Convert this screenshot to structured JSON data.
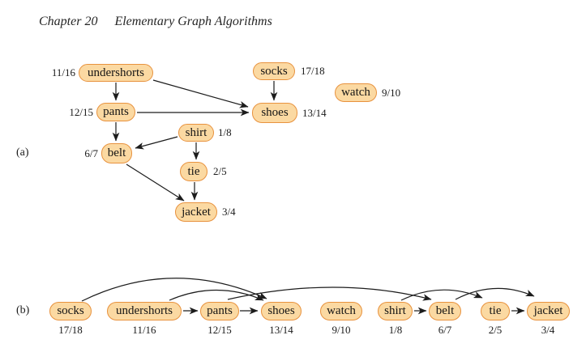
{
  "header": {
    "chapter_label": "Chapter 20",
    "chapter_title": "Elementary Graph Algorithms"
  },
  "figure": {
    "description": "Topological sort of a clothing-dependency DAG with discovery/finishing times",
    "colors": {
      "node_fill": "#FBD9A2",
      "node_border": "#E8923E",
      "edge": "#1c1c1c",
      "text": "#1a1a1a"
    }
  },
  "panel_a": {
    "label": "(a)",
    "nodes": [
      {
        "name": "undershorts",
        "order": "11/16"
      },
      {
        "name": "socks",
        "order": "17/18"
      },
      {
        "name": "pants",
        "order": "12/15"
      },
      {
        "name": "shoes",
        "order": "13/14"
      },
      {
        "name": "watch",
        "order": "9/10"
      },
      {
        "name": "shirt",
        "order": "1/8"
      },
      {
        "name": "belt",
        "order": "6/7"
      },
      {
        "name": "tie",
        "order": "2/5"
      },
      {
        "name": "jacket",
        "order": "3/4"
      }
    ],
    "edges": [
      {
        "from": "undershorts",
        "to": "pants"
      },
      {
        "from": "undershorts",
        "to": "shoes"
      },
      {
        "from": "socks",
        "to": "shoes"
      },
      {
        "from": "pants",
        "to": "shoes"
      },
      {
        "from": "pants",
        "to": "belt"
      },
      {
        "from": "shirt",
        "to": "belt"
      },
      {
        "from": "shirt",
        "to": "tie"
      },
      {
        "from": "belt",
        "to": "jacket"
      },
      {
        "from": "tie",
        "to": "jacket"
      }
    ]
  },
  "panel_b": {
    "label": "(b)",
    "nodes": [
      {
        "name": "socks",
        "order": "17/18"
      },
      {
        "name": "undershorts",
        "order": "11/16"
      },
      {
        "name": "pants",
        "order": "12/15"
      },
      {
        "name": "shoes",
        "order": "13/14"
      },
      {
        "name": "watch",
        "order": "9/10"
      },
      {
        "name": "shirt",
        "order": "1/8"
      },
      {
        "name": "belt",
        "order": "6/7"
      },
      {
        "name": "tie",
        "order": "2/5"
      },
      {
        "name": "jacket",
        "order": "3/4"
      }
    ],
    "edges": [
      {
        "from": "socks",
        "to": "shoes"
      },
      {
        "from": "undershorts",
        "to": "pants"
      },
      {
        "from": "undershorts",
        "to": "shoes"
      },
      {
        "from": "pants",
        "to": "shoes"
      },
      {
        "from": "pants",
        "to": "belt"
      },
      {
        "from": "shirt",
        "to": "belt"
      },
      {
        "from": "shirt",
        "to": "tie"
      },
      {
        "from": "belt",
        "to": "jacket"
      },
      {
        "from": "tie",
        "to": "jacket"
      }
    ]
  }
}
